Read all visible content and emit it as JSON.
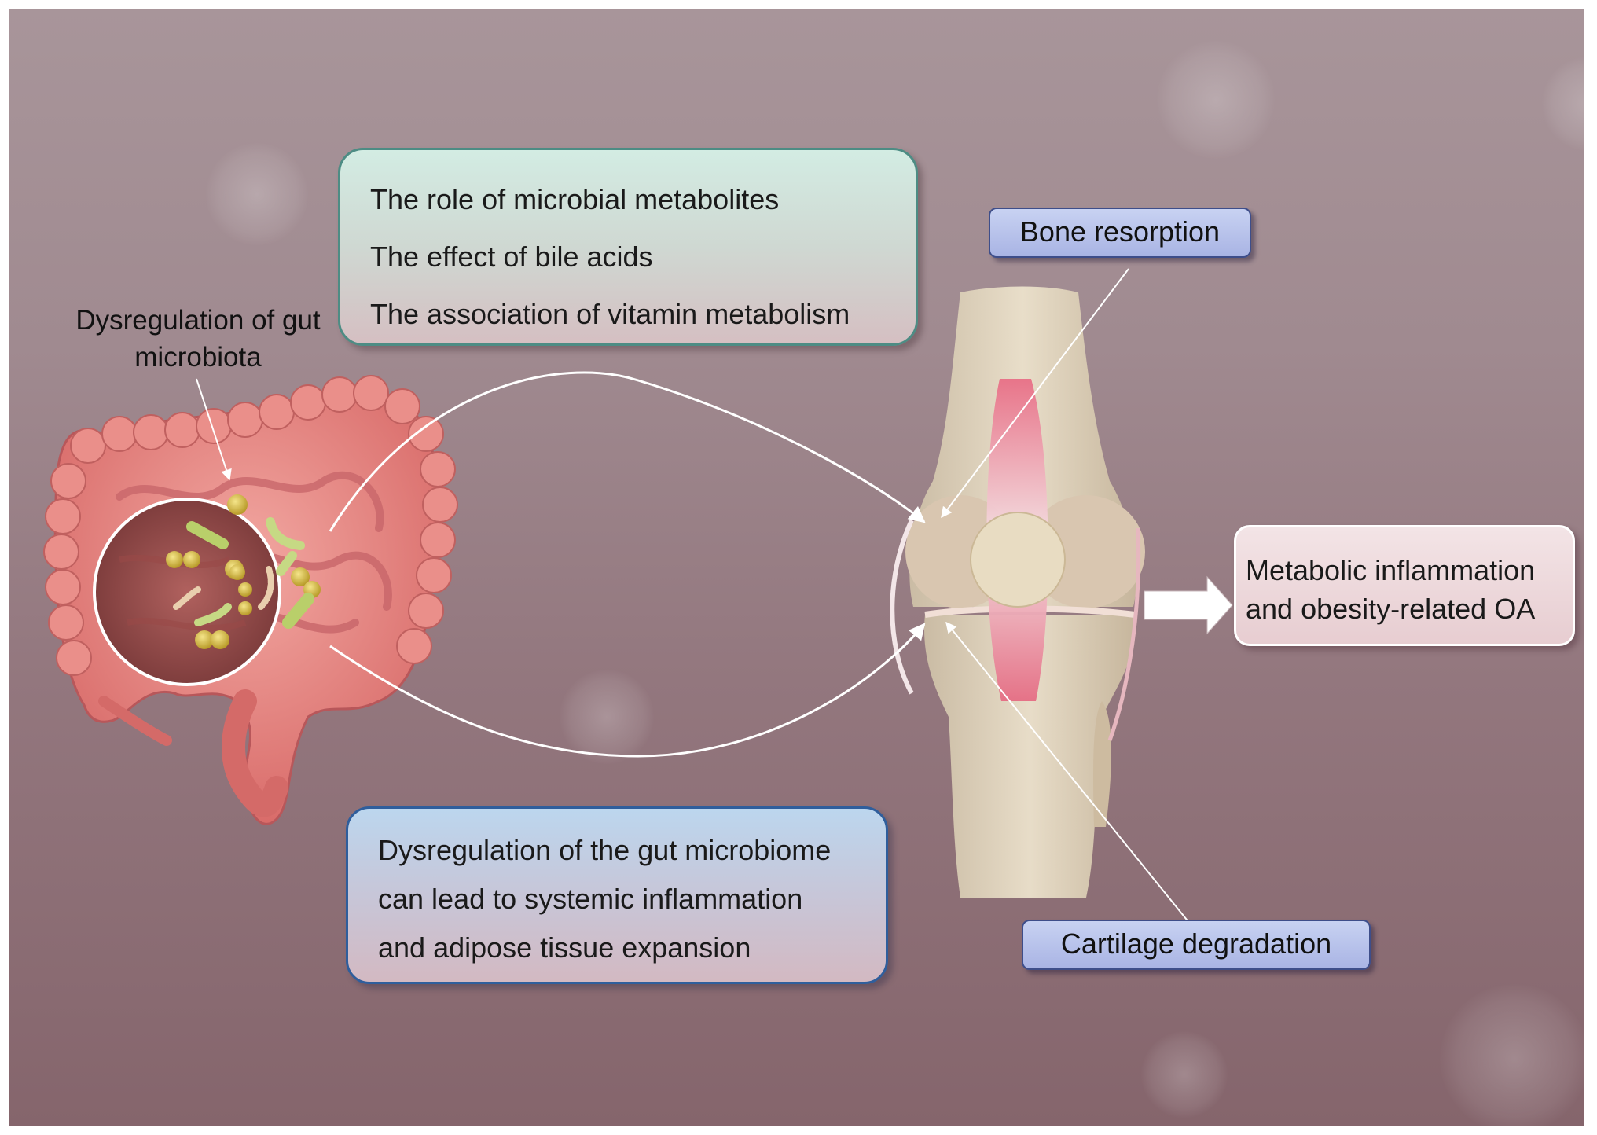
{
  "gut_label": {
    "line1": "Dysregulation of gut",
    "line2": "microbiota"
  },
  "mechanisms_box": {
    "items": [
      "The role of microbial metabolites",
      "The effect of bile acids",
      "The association of vitamin metabolism"
    ]
  },
  "effects_box": {
    "lines": [
      "Dysregulation of the gut microbiome",
      "can lead to systemic inflammation",
      "and adipose tissue expansion"
    ]
  },
  "outcome_box": {
    "line1": "Metabolic inflammation",
    "line2": "and obesity-related OA"
  },
  "knee_labels": {
    "bone": "Bone resorption",
    "cartilage": "Cartilage degradation"
  },
  "colors": {
    "background": "#9a8288",
    "mechanisms_border": "#4d8c84",
    "effects_border": "#2f5e9c",
    "pill_fill": "#b3bde9",
    "intestine": "#e88a86"
  }
}
